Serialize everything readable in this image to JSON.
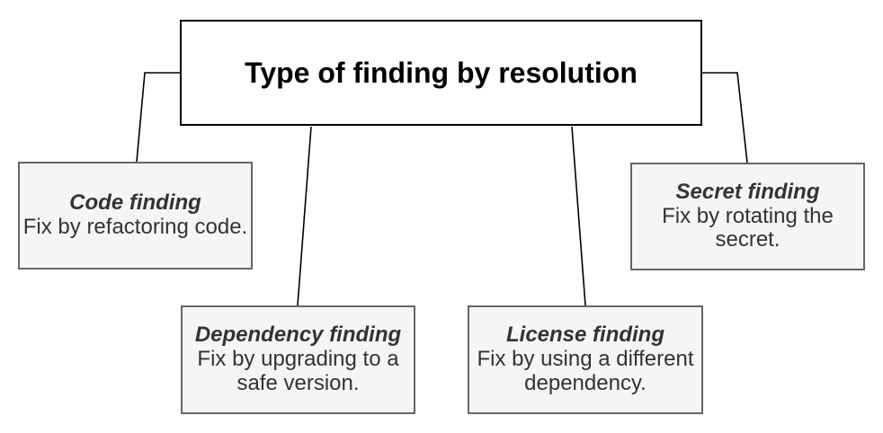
{
  "diagram": {
    "root": {
      "label": "Type of finding by resolution"
    },
    "nodes": [
      {
        "id": "code-finding",
        "title": "Code finding",
        "description": "Fix by refactoring code."
      },
      {
        "id": "dependency-finding",
        "title": "Dependency finding",
        "description": "Fix by upgrading to a safe version."
      },
      {
        "id": "license-finding",
        "title": "License finding",
        "description": "Fix by using a different dependency."
      },
      {
        "id": "secret-finding",
        "title": "Secret finding",
        "description": "Fix by rotating the secret."
      }
    ],
    "colors": {
      "background": "#ffffff",
      "root_fill": "#ffffff",
      "root_stroke": "#000000",
      "root_text": "#000000",
      "node_fill": "#f5f5f5",
      "node_stroke": "#666666",
      "node_text": "#333333",
      "connector": "#000000"
    }
  }
}
